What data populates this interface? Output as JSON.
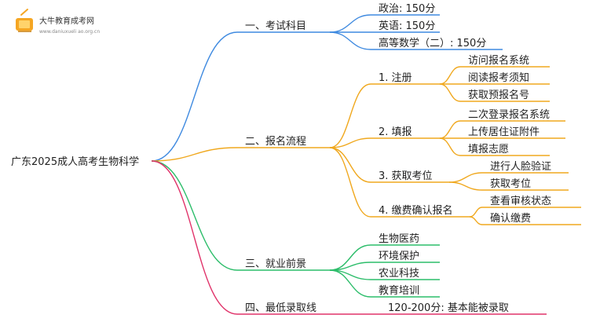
{
  "logo": {
    "name": "大牛教育成考网",
    "url_text": "www.daniuxueli ao.org.cn"
  },
  "root": {
    "label": "广东2025成人高考生物科学"
  },
  "colors": {
    "blue": "#3f8ae0",
    "orange": "#f0a81e",
    "green": "#2cbd6a",
    "red": "#e0336a"
  },
  "branches": [
    {
      "label": "一、考试科目",
      "color": "blue",
      "children": [
        {
          "label": "政治: 150分"
        },
        {
          "label": "英语: 150分"
        },
        {
          "label": "高等数学（二）: 150分"
        }
      ]
    },
    {
      "label": "二、报名流程",
      "color": "orange",
      "children": [
        {
          "label": "1. 注册",
          "children": [
            {
              "label": "访问报名系统"
            },
            {
              "label": "阅读报考须知"
            },
            {
              "label": "获取预报名号"
            }
          ]
        },
        {
          "label": "2. 填报",
          "children": [
            {
              "label": "二次登录报名系统"
            },
            {
              "label": "上传居住证附件"
            },
            {
              "label": "填报志愿"
            }
          ]
        },
        {
          "label": "3. 获取考位",
          "children": [
            {
              "label": "进行人脸验证"
            },
            {
              "label": "获取考位"
            }
          ]
        },
        {
          "label": "4. 缴费确认报名",
          "children": [
            {
              "label": "查看审核状态"
            },
            {
              "label": "确认缴费"
            }
          ]
        }
      ]
    },
    {
      "label": "三、就业前景",
      "color": "green",
      "children": [
        {
          "label": "生物医药"
        },
        {
          "label": "环境保护"
        },
        {
          "label": "农业科技"
        },
        {
          "label": "教育培训"
        }
      ]
    },
    {
      "label": "四、最低录取线",
      "color": "red",
      "children": [
        {
          "label": "120-200分: 基本能被录取"
        }
      ]
    }
  ]
}
